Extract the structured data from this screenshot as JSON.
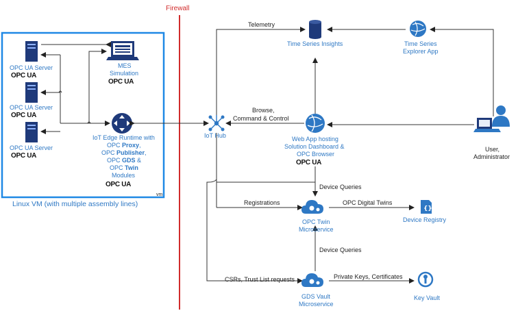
{
  "firewall": {
    "label": "Firewall"
  },
  "vm": {
    "label": "Linux VM (with multiple assembly lines)",
    "corner_mark": "vm"
  },
  "opc_servers": [
    {
      "label": "OPC UA Server",
      "logo": "OPC UA"
    },
    {
      "label": "OPC UA Server",
      "logo": "OPC UA"
    },
    {
      "label": "OPC UA Server",
      "logo": "OPC UA"
    }
  ],
  "mes": {
    "line1": "MES",
    "line2": "Simulation",
    "logo": "OPC UA"
  },
  "edge": {
    "line1": "IoT Edge Runtime with",
    "line2_pre": "OPC ",
    "line2_bold": "Proxy",
    "line2_post": ",",
    "line3_pre": "OPC ",
    "line3_bold": "Publisher",
    "line3_post": ",",
    "line4_pre": "OPC ",
    "line4_bold": "GDS",
    "line4_post": " &",
    "line5_pre": "OPC ",
    "line5_bold": "Twin",
    "line6": "Modules",
    "logo": "OPC UA"
  },
  "iot_hub": {
    "label": "IoT Hub"
  },
  "tsi": {
    "label": "Time Series Insights"
  },
  "tse": {
    "line1": "Time Series",
    "line2": "Explorer App"
  },
  "webapp": {
    "line1": "Web App hosting",
    "line2": "Solution Dashboard &",
    "line3": "OPC Browser",
    "logo": "OPC UA"
  },
  "user": {
    "line1": "User,",
    "line2": "Administrator"
  },
  "twin": {
    "line1": "OPC Twin",
    "line2": "Microservice"
  },
  "registry": {
    "label": "Device Registry"
  },
  "gds": {
    "line1": "GDS Vault",
    "line2": "Microservice"
  },
  "keyvault": {
    "label": "Key Vault"
  },
  "edges": {
    "telemetry": "Telemetry",
    "browse1": "Browse,",
    "browse2": "Command & Control",
    "device_queries_1": "Device Queries",
    "registrations": "Registrations",
    "opc_digital_twins": "OPC Digital Twins",
    "device_queries_2": "Device Queries",
    "csrs": "CSRs, Trust List requests",
    "private_keys": "Private Keys, Certificates"
  },
  "colors": {
    "azure_blue": "#2e78c4",
    "server_navy": "#1f3a7a",
    "firewall_red": "#d12b2b",
    "vm_border": "#1e88e5"
  }
}
